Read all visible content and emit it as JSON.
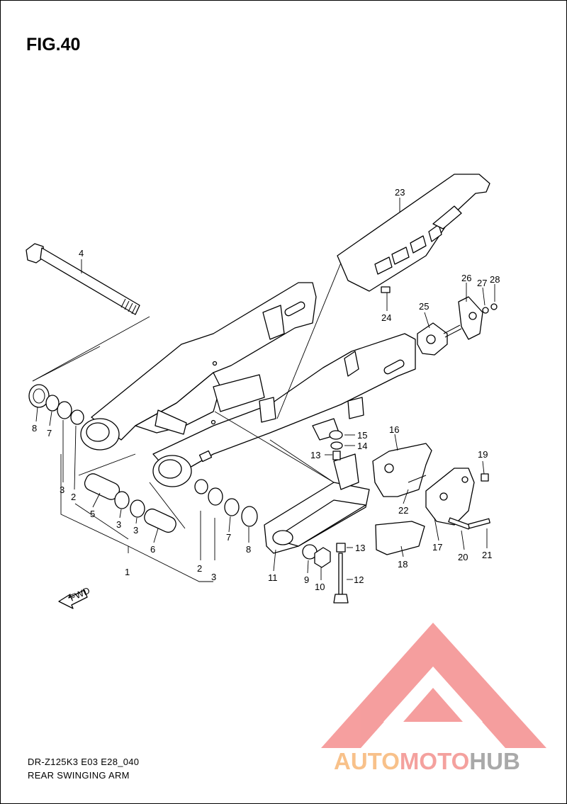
{
  "figure": {
    "title": "FIG.40",
    "model_code": "DR-Z125K3 E03 E28_040",
    "section_name": "REAR SWINGING ARM"
  },
  "fwd_arrow": {
    "label": "FWD",
    "icon": "forward-arrow-icon"
  },
  "watermark": {
    "brand_left": "AUTO",
    "brand_mid": "MOTO",
    "brand_right": "HUB",
    "colors": {
      "left": "#f8c18a",
      "mid": "#f4a19e",
      "right": "#a9a9a9",
      "logo": "#f48e8e"
    }
  },
  "callouts": {
    "n1": "1",
    "n2a": "2",
    "n2b": "2",
    "n3a": "3",
    "n3b": "3",
    "n3c": "3",
    "n3d": "3",
    "n4": "4",
    "n5": "5",
    "n6": "6",
    "n7a": "7",
    "n7b": "7",
    "n8a": "8",
    "n8b": "8",
    "n9": "9",
    "n10": "10",
    "n11": "11",
    "n12": "12",
    "n13a": "13",
    "n13b": "13",
    "n14": "14",
    "n15": "15",
    "n16": "16",
    "n17": "17",
    "n18": "18",
    "n19": "19",
    "n20": "20",
    "n21": "21",
    "n22": "22",
    "n23": "23",
    "n24": "24",
    "n25": "25",
    "n26": "26",
    "n27": "27",
    "n28": "28"
  }
}
